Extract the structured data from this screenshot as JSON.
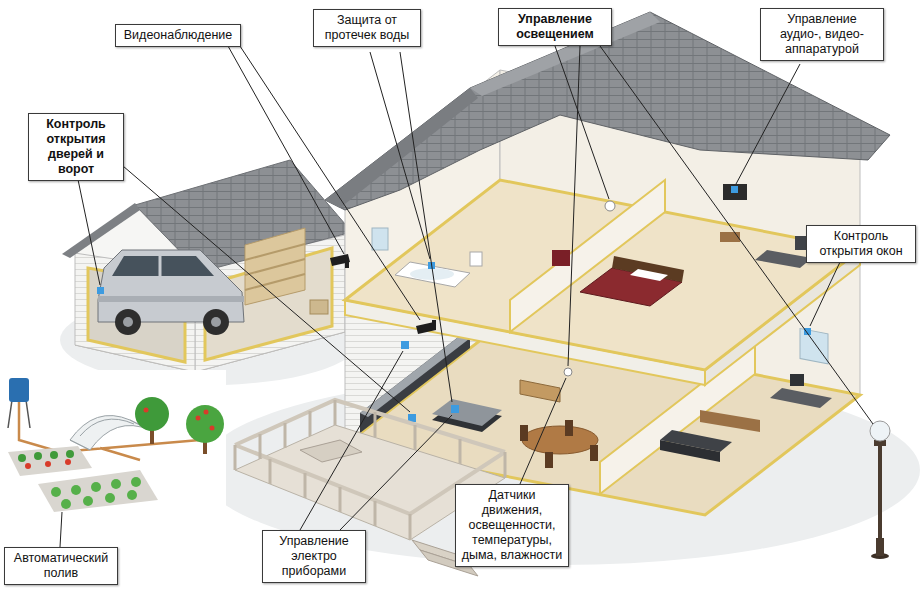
{
  "diagram": {
    "nodes": [
      {
        "text": [
          "Видеонаблюдение"
        ]
      },
      {
        "text": [
          "Защита от протечек воды"
        ]
      },
      {
        "text": [
          "Управление освещением"
        ]
      },
      {
        "text": [
          "Управление аудио-, видео- аппаратурой"
        ]
      },
      {
        "text": [
          "Контроль открытия дверей и ворот"
        ]
      },
      {
        "text": [
          "Контроль открытия окон"
        ]
      },
      {
        "text": [
          "Датчики движения, освещенности, температуры, дыма, влажности"
        ]
      },
      {
        "text": [
          "Управление электро приборами"
        ]
      },
      {
        "text": [
          "Автоматический полив"
        ]
      }
    ]
  }
}
